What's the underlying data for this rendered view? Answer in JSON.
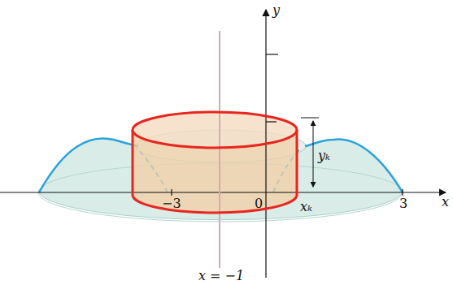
{
  "diagram": {
    "labels": [
      "y",
      "x",
      "−3",
      "0",
      "3",
      "xₖ",
      "yₖ",
      "x = −1"
    ]
  }
}
